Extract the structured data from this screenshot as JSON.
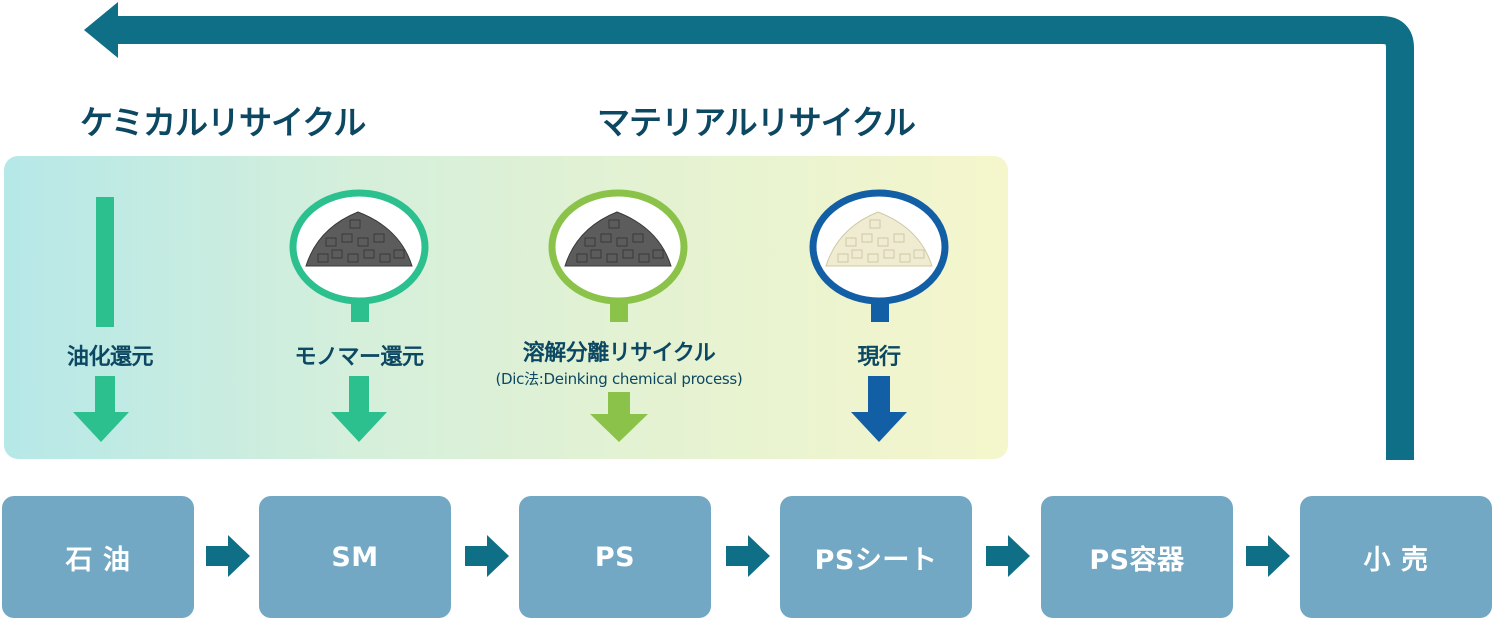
{
  "headings": {
    "chemical": "ケミカルリサイクル",
    "material": "マテリアルリサイクル"
  },
  "processes": [
    {
      "label": "油化還元",
      "color": "#2bc08e",
      "has_pellets": false
    },
    {
      "label": "モノマー還元",
      "color": "#2bc08e",
      "has_pellets": true,
      "pellet_color": "#5c5c5c"
    },
    {
      "label": "溶解分離リサイクル",
      "sublabel": "(Dic法:Deinking chemical process)",
      "color": "#8bc34a",
      "has_pellets": true,
      "pellet_color": "#5c5c5c"
    },
    {
      "label": "現行",
      "color": "#125fa6",
      "has_pellets": true,
      "pellet_color": "#efecd2"
    }
  ],
  "flow": [
    "石 油",
    "SM",
    "PS",
    "PSシート",
    "PS容器",
    "小 売"
  ],
  "colors": {
    "return_arrow": "#0f6f86",
    "box": "#72a8c3",
    "flow_arrow": "#0f6f86",
    "heading_text": "#0d4863"
  }
}
